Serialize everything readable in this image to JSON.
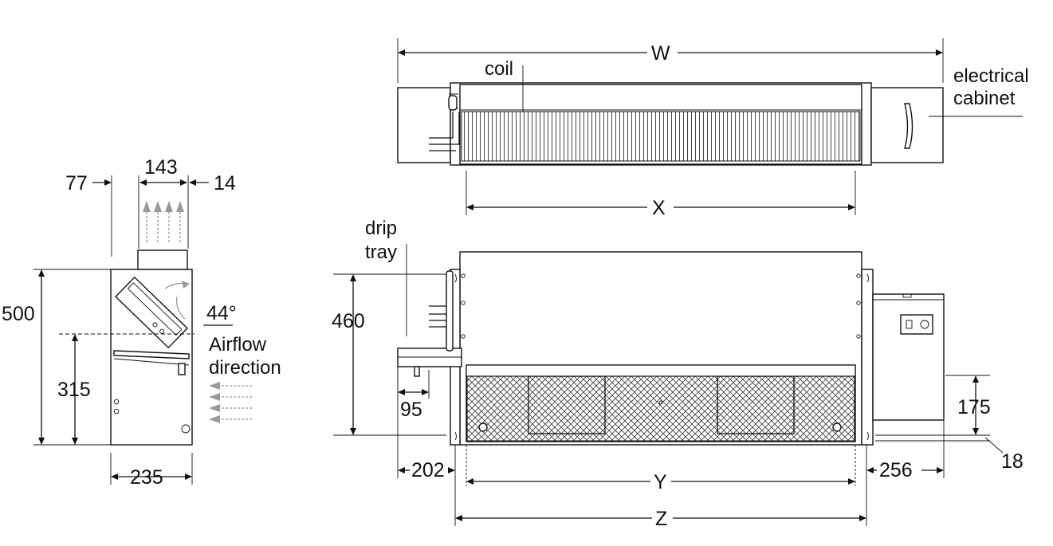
{
  "side_view": {
    "dims": {
      "d77": "77",
      "d143": "143",
      "d14": "14",
      "d500": "500",
      "d315": "315",
      "d235": "235",
      "angle": "44°"
    },
    "airflow_label_line1": "Airflow",
    "airflow_label_line2": "direction"
  },
  "top_view": {
    "dim_w": "W",
    "dim_x": "X",
    "coil_label": "coil",
    "cabinet_label_line1": "electrical",
    "cabinet_label_line2": "cabinet"
  },
  "front_view": {
    "drip_tray_line1": "drip",
    "drip_tray_line2": "tray",
    "dims": {
      "d460": "460",
      "d95": "95",
      "d175": "175",
      "d18": "18",
      "d202": "202",
      "d256": "256",
      "dim_y": "Y",
      "dim_z": "Z"
    }
  },
  "colors": {
    "line": "#111111",
    "airflow_arrows": "#999999",
    "filter_mesh": "#444444"
  }
}
